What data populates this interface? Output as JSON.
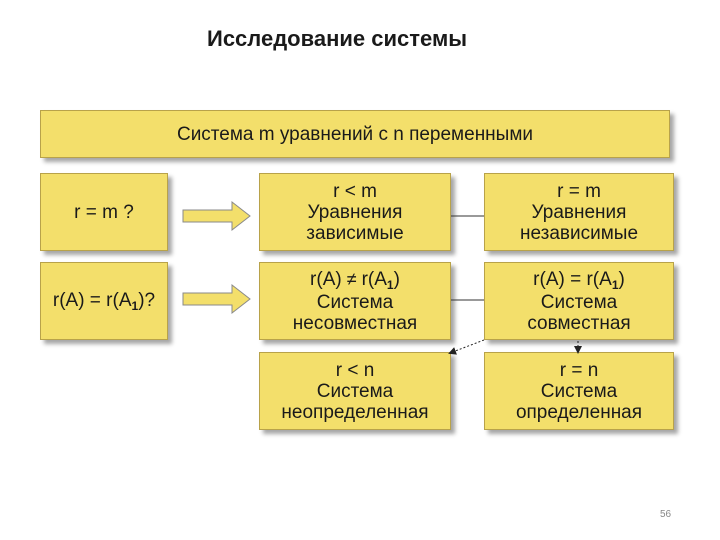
{
  "title": "Исследование системы",
  "header": "Система m уравнений с n переменными",
  "questions": {
    "q1": "r = m ?",
    "q2_pre": "r(A) = r(A",
    "q2_sub": "1",
    "q2_post": ")?"
  },
  "dependent": {
    "line1": "r < m",
    "line2": "Уравнения",
    "line3": "зависимые"
  },
  "independent": {
    "line1": "r = m",
    "line2": "Уравнения",
    "line3": "независимые"
  },
  "inconsistent": {
    "l1_left": "r(A)",
    "l1_neq": "≠",
    "l1_right": "r(A",
    "l1_sub": "1",
    "l1_close": ")",
    "line2": "Система",
    "line3": "несовместная"
  },
  "consistent": {
    "l1_text": "r(A) = r(A",
    "l1_sub": "1",
    "l1_close": ")",
    "line2": "Система",
    "line3": "совместная"
  },
  "indeterminate": {
    "line1": "r < n",
    "line2": "Система",
    "line3": "неопределенная"
  },
  "determinate": {
    "line1": "r = n",
    "line2": "Система",
    "line3": "определенная"
  },
  "page_number": "56",
  "colors": {
    "box_fill": "#f3df6b",
    "box_border": "#b8a24a",
    "arrow_fill": "#f3df6b"
  }
}
